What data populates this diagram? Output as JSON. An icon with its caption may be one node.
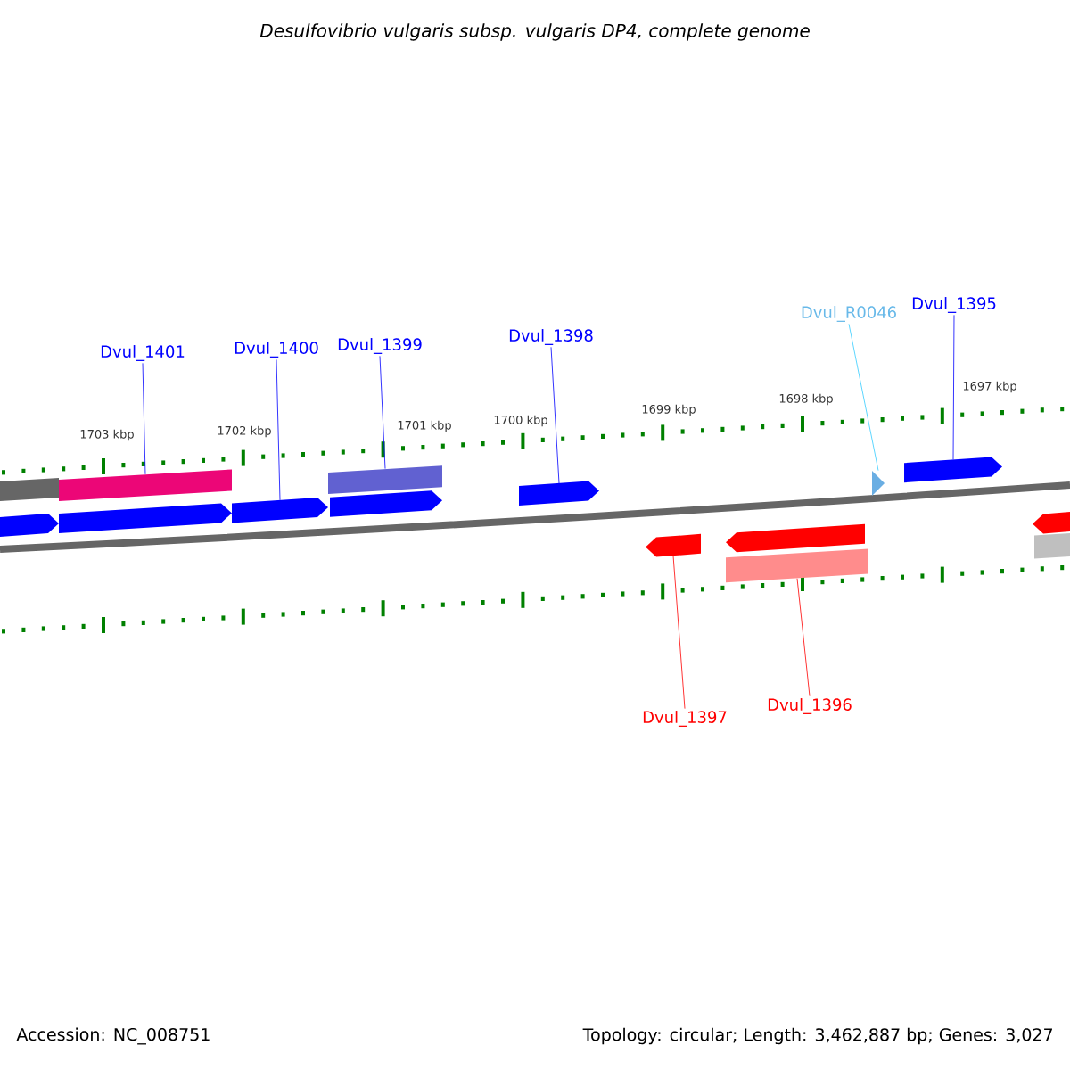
{
  "diagram": {
    "title": "Desulfovibrio vulgaris subsp. vulgaris DP4, complete genome",
    "nodes": [
      {
        "text": [
          "Dvul_1401"
        ]
      },
      {
        "text": [
          "Dvul_1400"
        ]
      },
      {
        "text": [
          "Dvul_1399"
        ]
      },
      {
        "text": [
          "Dvul_1398"
        ]
      },
      {
        "text": [
          "Dvul_R0046"
        ]
      },
      {
        "text": [
          "Dvul_1395"
        ]
      },
      {
        "text": [
          "Dvul_1397"
        ]
      },
      {
        "text": [
          "Dvul_1396"
        ]
      },
      {
        "text": [],
        "shape": "bar"
      },
      {
        "text": [],
        "shape": "pentagon"
      },
      {
        "text": [],
        "shape": "bar"
      },
      {
        "text": [],
        "shape": "pentagon"
      },
      {
        "text": [],
        "shape": "pentagon"
      },
      {
        "text": [],
        "shape": "bar"
      },
      {
        "text": [],
        "shape": "pentagon"
      },
      {
        "text": [],
        "shape": "pentagon"
      },
      {
        "text": [],
        "shape": "pentagon"
      },
      {
        "text": [],
        "shape": "pentagon"
      },
      {
        "text": [],
        "shape": "bar"
      },
      {
        "text": [],
        "shape": "triangle"
      },
      {
        "text": [],
        "shape": "pentagon"
      },
      {
        "text": [],
        "shape": "pentagon"
      },
      {
        "text": [],
        "shape": "bar"
      }
    ],
    "edges": [
      {
        "from": 0,
        "to": 10,
        "arrow": "none"
      },
      {
        "from": 1,
        "to": 12,
        "arrow": "none"
      },
      {
        "from": 2,
        "to": 13,
        "arrow": "none"
      },
      {
        "from": 3,
        "to": 15,
        "arrow": "none"
      },
      {
        "from": 4,
        "to": 19,
        "arrow": "none",
        "color": "#33ccff"
      },
      {
        "from": 5,
        "to": 20,
        "arrow": "none"
      },
      {
        "from": 6,
        "to": 16,
        "arrow": "none",
        "color": "#ff0000"
      },
      {
        "from": 7,
        "to": 18,
        "arrow": "none",
        "color": "#ff0000"
      }
    ],
    "labels": [
      "1703 kbp",
      "1702 kbp",
      "1701 kbp",
      "1700 kbp",
      "1699 kbp",
      "1698 kbp",
      "1697 kbp",
      "Accession: NC_008751",
      "Topology: circular; Length: 3,462,887 bp; Genes: 3,027"
    ]
  }
}
